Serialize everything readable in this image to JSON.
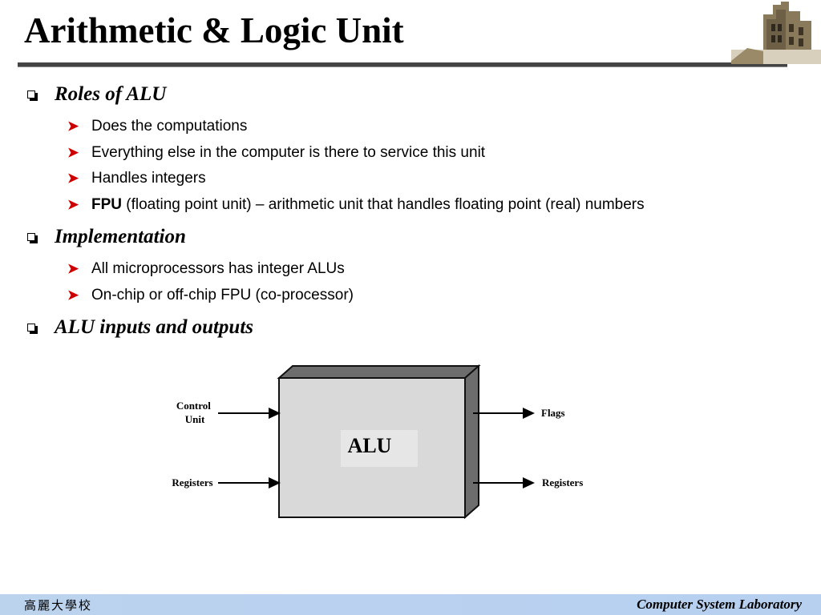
{
  "title": "Arithmetic & Logic Unit",
  "sections": [
    {
      "heading": "Roles of ALU",
      "items": [
        {
          "bold": "",
          "text": "Does the computations"
        },
        {
          "bold": "",
          "text": "Everything else in the computer is there to service this unit"
        },
        {
          "bold": "",
          "text": "Handles integers"
        },
        {
          "bold": "FPU",
          "text": " (floating point unit) – arithmetic unit that handles floating point (real) numbers"
        }
      ]
    },
    {
      "heading": "Implementation",
      "items": [
        {
          "bold": "",
          "text": "All microprocessors has integer ALUs"
        },
        {
          "bold": "",
          "text": "On-chip or off-chip FPU (co-processor)"
        }
      ]
    },
    {
      "heading": "ALU inputs and outputs",
      "items": []
    }
  ],
  "diagram": {
    "block_label": "ALU",
    "inputs": [
      "Control\nUnit",
      "Registers"
    ],
    "outputs": [
      "Flags",
      "Registers"
    ]
  },
  "footer": {
    "left": "高麗大學校",
    "right": "Computer System Laboratory"
  }
}
